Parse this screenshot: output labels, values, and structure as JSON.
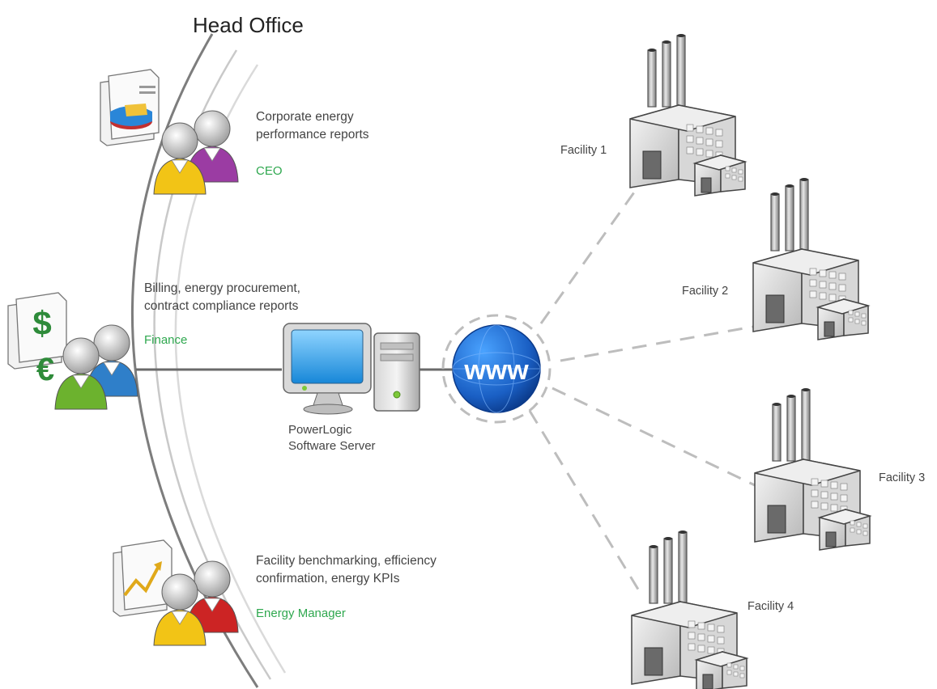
{
  "title": "Head Office",
  "roles": [
    {
      "description_lines": [
        "Corporate energy",
        "performance reports"
      ],
      "role": "CEO",
      "figure_colors": [
        "#f2c416",
        "#9b3ca3"
      ]
    },
    {
      "description_lines": [
        "Billing, energy procurement,",
        "contract compliance reports"
      ],
      "role": "Finance",
      "figure_colors": [
        "#6cb22e",
        "#2f7fc9"
      ]
    },
    {
      "description_lines": [
        "Facility benchmarking, efficiency",
        "confirmation, energy KPIs"
      ],
      "role": "Energy Manager",
      "figure_colors": [
        "#f2c416",
        "#cc2424"
      ]
    }
  ],
  "server": {
    "label_lines": [
      "PowerLogic",
      "Software Server"
    ]
  },
  "internet": {
    "label": "www"
  },
  "facilities": [
    {
      "label": "Facility 1"
    },
    {
      "label": "Facility 2"
    },
    {
      "label": "Facility 3"
    },
    {
      "label": "Facility 4"
    }
  ],
  "icons": {
    "report_doc_1": {
      "icon": "pie-chart-document-icon",
      "glyph": ""
    },
    "report_doc_2": {
      "icon": "currency-document-icon",
      "glyphs": [
        "$",
        "€"
      ]
    },
    "report_doc_3": {
      "icon": "trend-chart-document-icon",
      "glyph": ""
    }
  },
  "colors": {
    "role_text": "#2fa84f",
    "globe": "#1e6fd0",
    "link_line": "#666666",
    "dashed_line": "#bbbbbb"
  }
}
